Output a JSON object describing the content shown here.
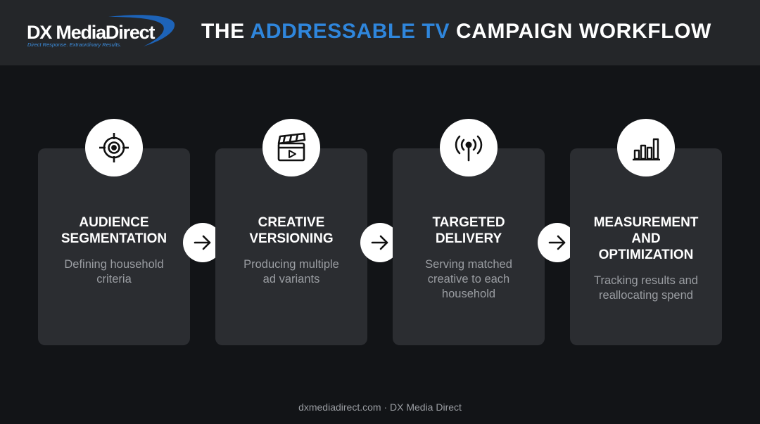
{
  "header": {
    "logo_text": "DX MediaDirect",
    "logo_tagline": "Direct Response. Extraordinary Results.",
    "title_pre": "THE ",
    "title_accent": "ADDRESSABLE TV",
    "title_post": " CAMPAIGN WORKFLOW"
  },
  "steps": [
    {
      "title_line1": "AUDIENCE",
      "title_line2": "SEGMENTATION",
      "title_line3": "",
      "desc_line1": "Defining household",
      "desc_line2": "criteria",
      "desc_line3": "",
      "icon": "target-icon"
    },
    {
      "title_line1": "CREATIVE",
      "title_line2": "VERSIONING",
      "title_line3": "",
      "desc_line1": "Producing multiple",
      "desc_line2": "ad variants",
      "desc_line3": "",
      "icon": "clapperboard-icon"
    },
    {
      "title_line1": "TARGETED",
      "title_line2": "DELIVERY",
      "title_line3": "",
      "desc_line1": "Serving matched",
      "desc_line2": "creative to each",
      "desc_line3": "household",
      "icon": "broadcast-icon"
    },
    {
      "title_line1": "MEASUREMENT",
      "title_line2": "AND",
      "title_line3": "OPTIMIZATION",
      "desc_line1": "Tracking results and",
      "desc_line2": "reallocating spend",
      "desc_line3": "",
      "icon": "bar-chart-icon"
    }
  ],
  "footer": {
    "text": "dxmediadirect.com · DX Media Direct"
  },
  "colors": {
    "accent": "#2f86dc",
    "background": "#121417",
    "header": "#242629",
    "card": "#2b2d31",
    "muted_text": "#9a9da2"
  }
}
